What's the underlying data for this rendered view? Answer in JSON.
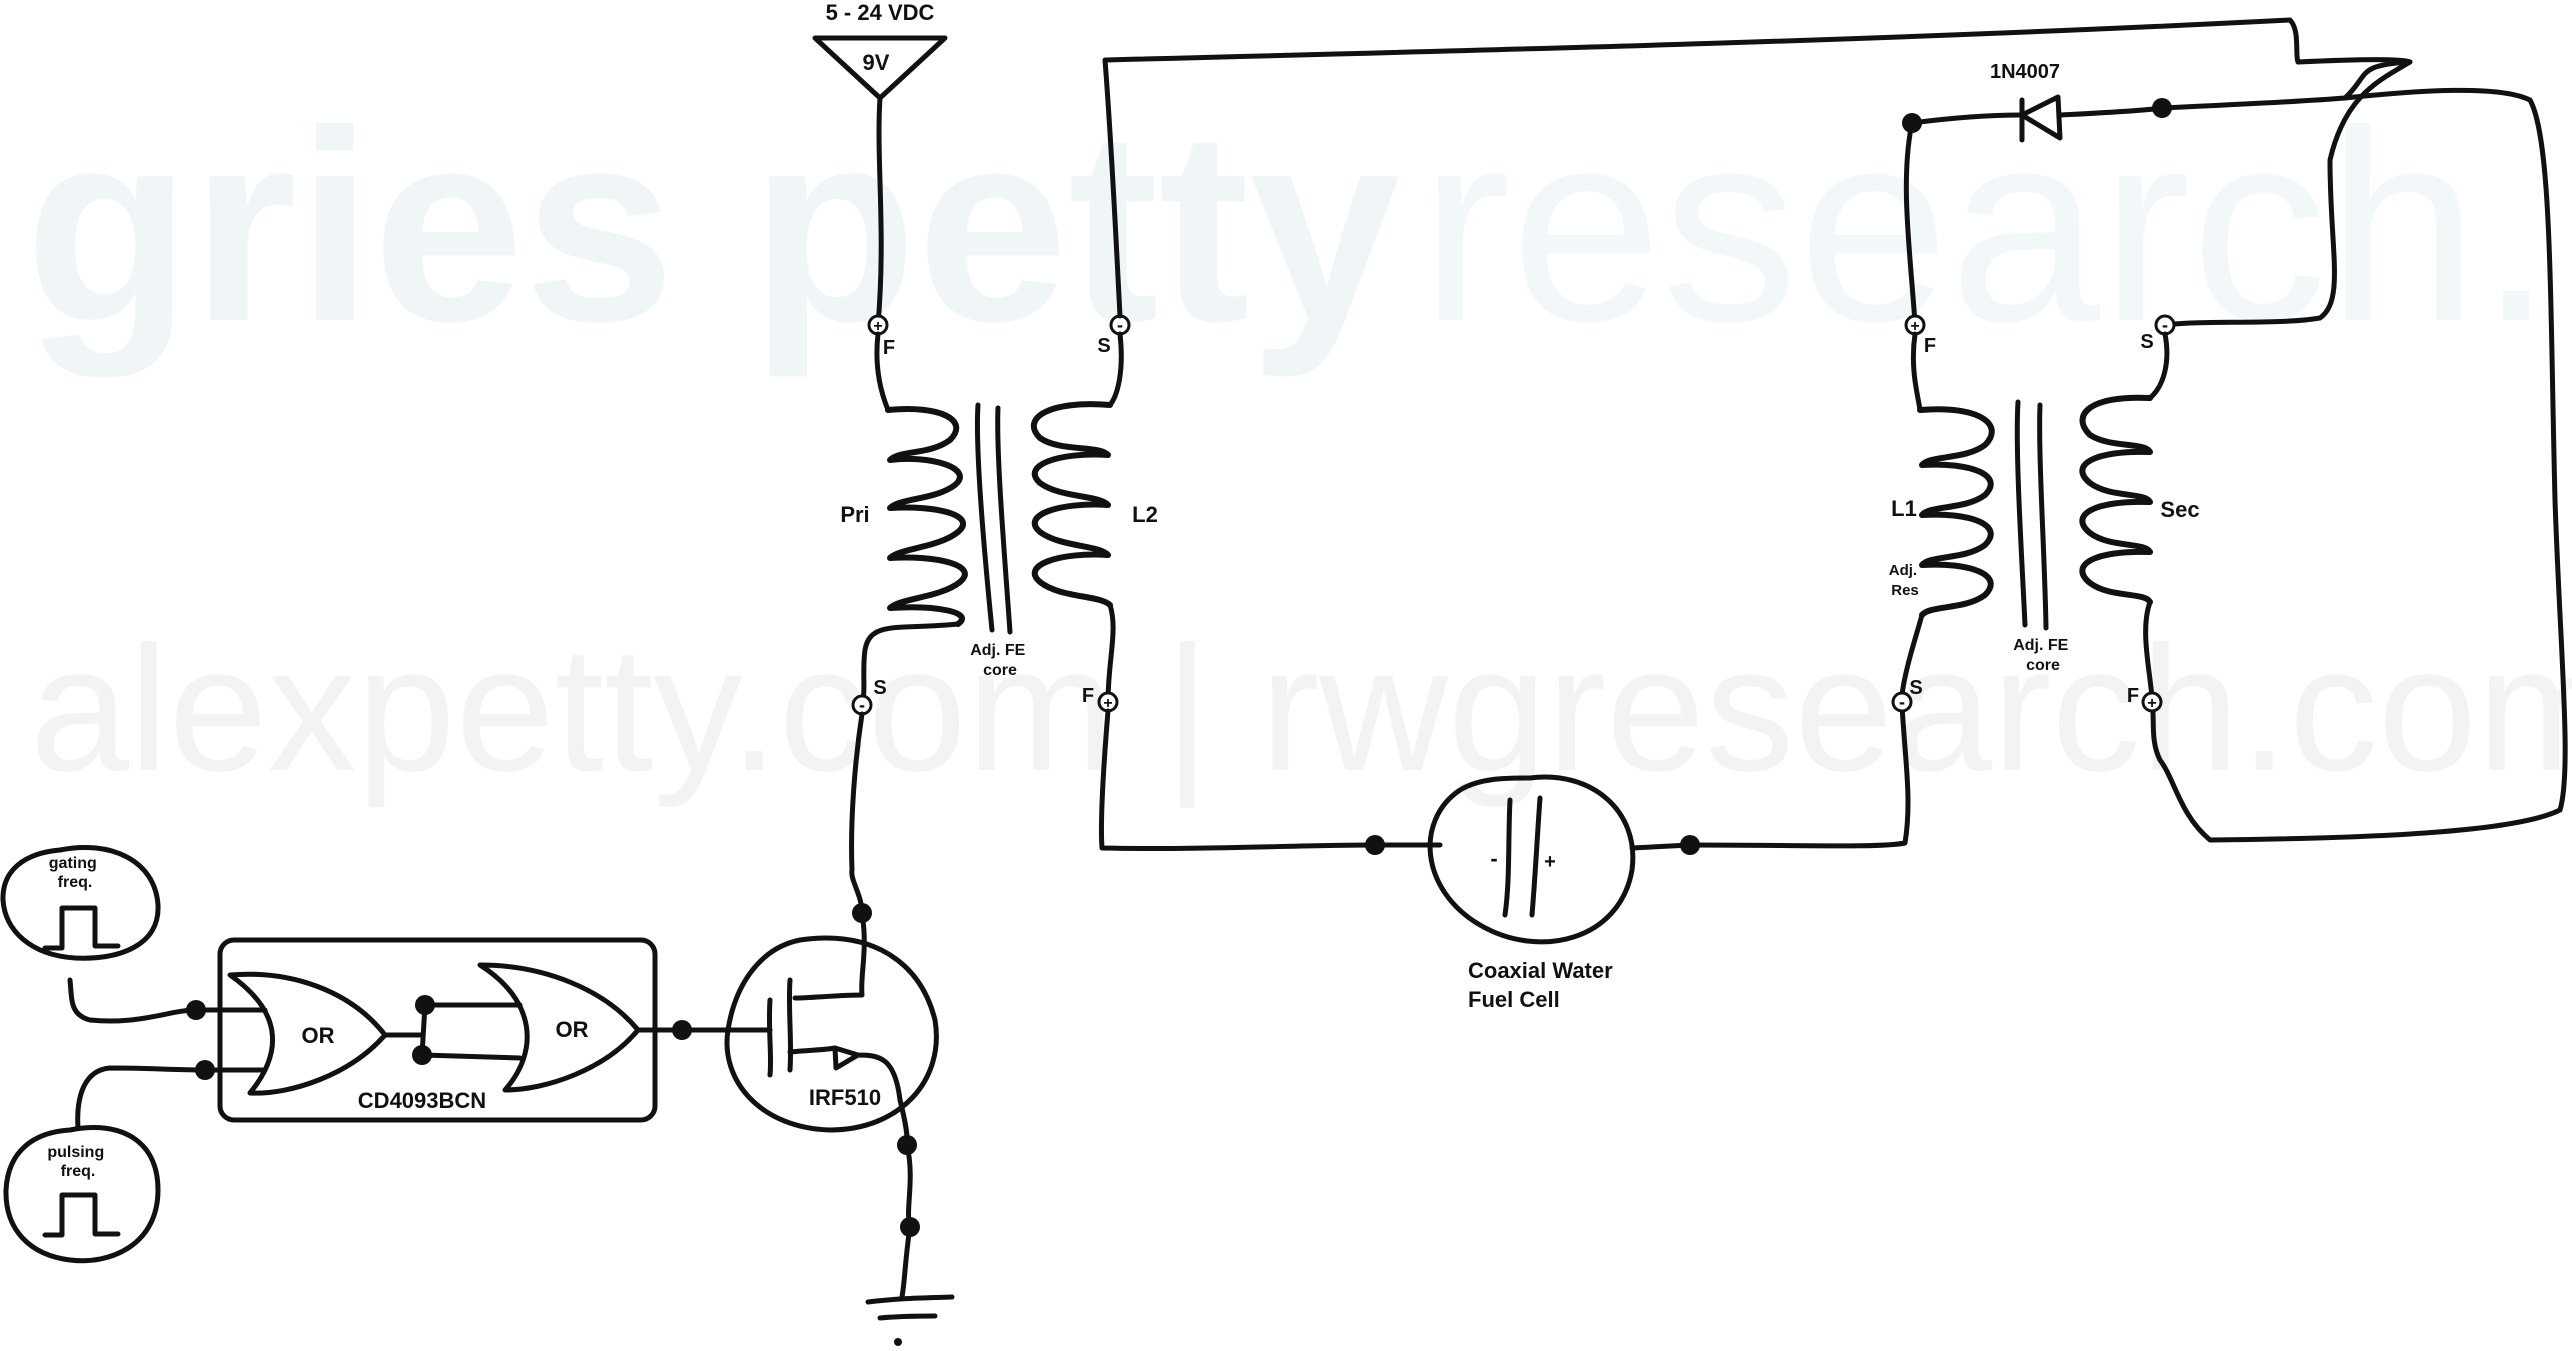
{
  "watermark": {
    "line1_bold": "gries petty",
    "line1_light": "research.:",
    "line2": "alexpetty.com | rwgresearch.com",
    "color_bold": "#f0f6f8",
    "color_light": "#f2f7f9",
    "color_line2": "#f3f3f3"
  },
  "supply": {
    "range": "5 - 24 VDC",
    "value": "9V"
  },
  "inputs": {
    "gating": "gating\nfreq.",
    "pulsing": "pulsing\nfreq."
  },
  "logic": {
    "gate1": "OR",
    "gate2": "OR",
    "chip": "CD4093BCN"
  },
  "mosfet": {
    "label": "IRF510"
  },
  "transformer_left": {
    "primary": "Pri",
    "secondary": "L2",
    "core": "Adj. FE\ncore",
    "pri_top": {
      "sign": "+",
      "label": "F"
    },
    "pri_bottom": {
      "sign": "-",
      "label": "S"
    },
    "sec_top": {
      "sign": "-",
      "label": "S"
    },
    "sec_bottom": {
      "sign": "+",
      "label": "F"
    }
  },
  "transformer_right": {
    "primary": "L1",
    "primary_note": "Adj.\nRes",
    "secondary": "Sec",
    "core": "Adj. FE\ncore",
    "pri_top": {
      "sign": "+",
      "label": "F"
    },
    "pri_bottom": {
      "sign": "-",
      "label": "S"
    },
    "sec_top": {
      "sign": "-",
      "label": "S"
    },
    "sec_bottom": {
      "sign": "+",
      "label": "F"
    }
  },
  "diode": {
    "label": "1N4007"
  },
  "fuel_cell": {
    "label": "Coaxial Water\nFuel Cell",
    "neg": "-",
    "pos": "+"
  }
}
